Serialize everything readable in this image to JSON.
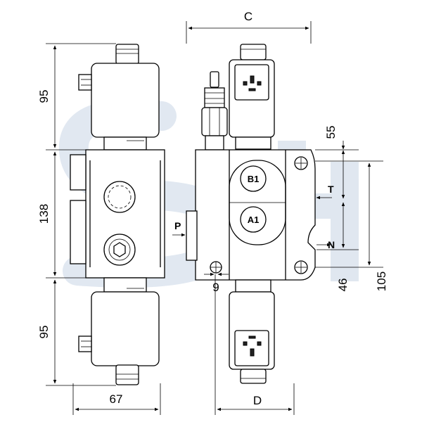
{
  "dimensions": {
    "c": "C",
    "d": "D",
    "h95_top": "95",
    "h138": "138",
    "h95_bottom": "95",
    "w67": "67",
    "h55": "55",
    "h46": "46",
    "h105": "105",
    "w9": "9"
  },
  "ports": {
    "p": "P",
    "t": "T",
    "n": "N",
    "b1": "B1",
    "a1": "A1"
  },
  "watermark": {
    "text": "SH",
    "color": "#1a4f95"
  }
}
